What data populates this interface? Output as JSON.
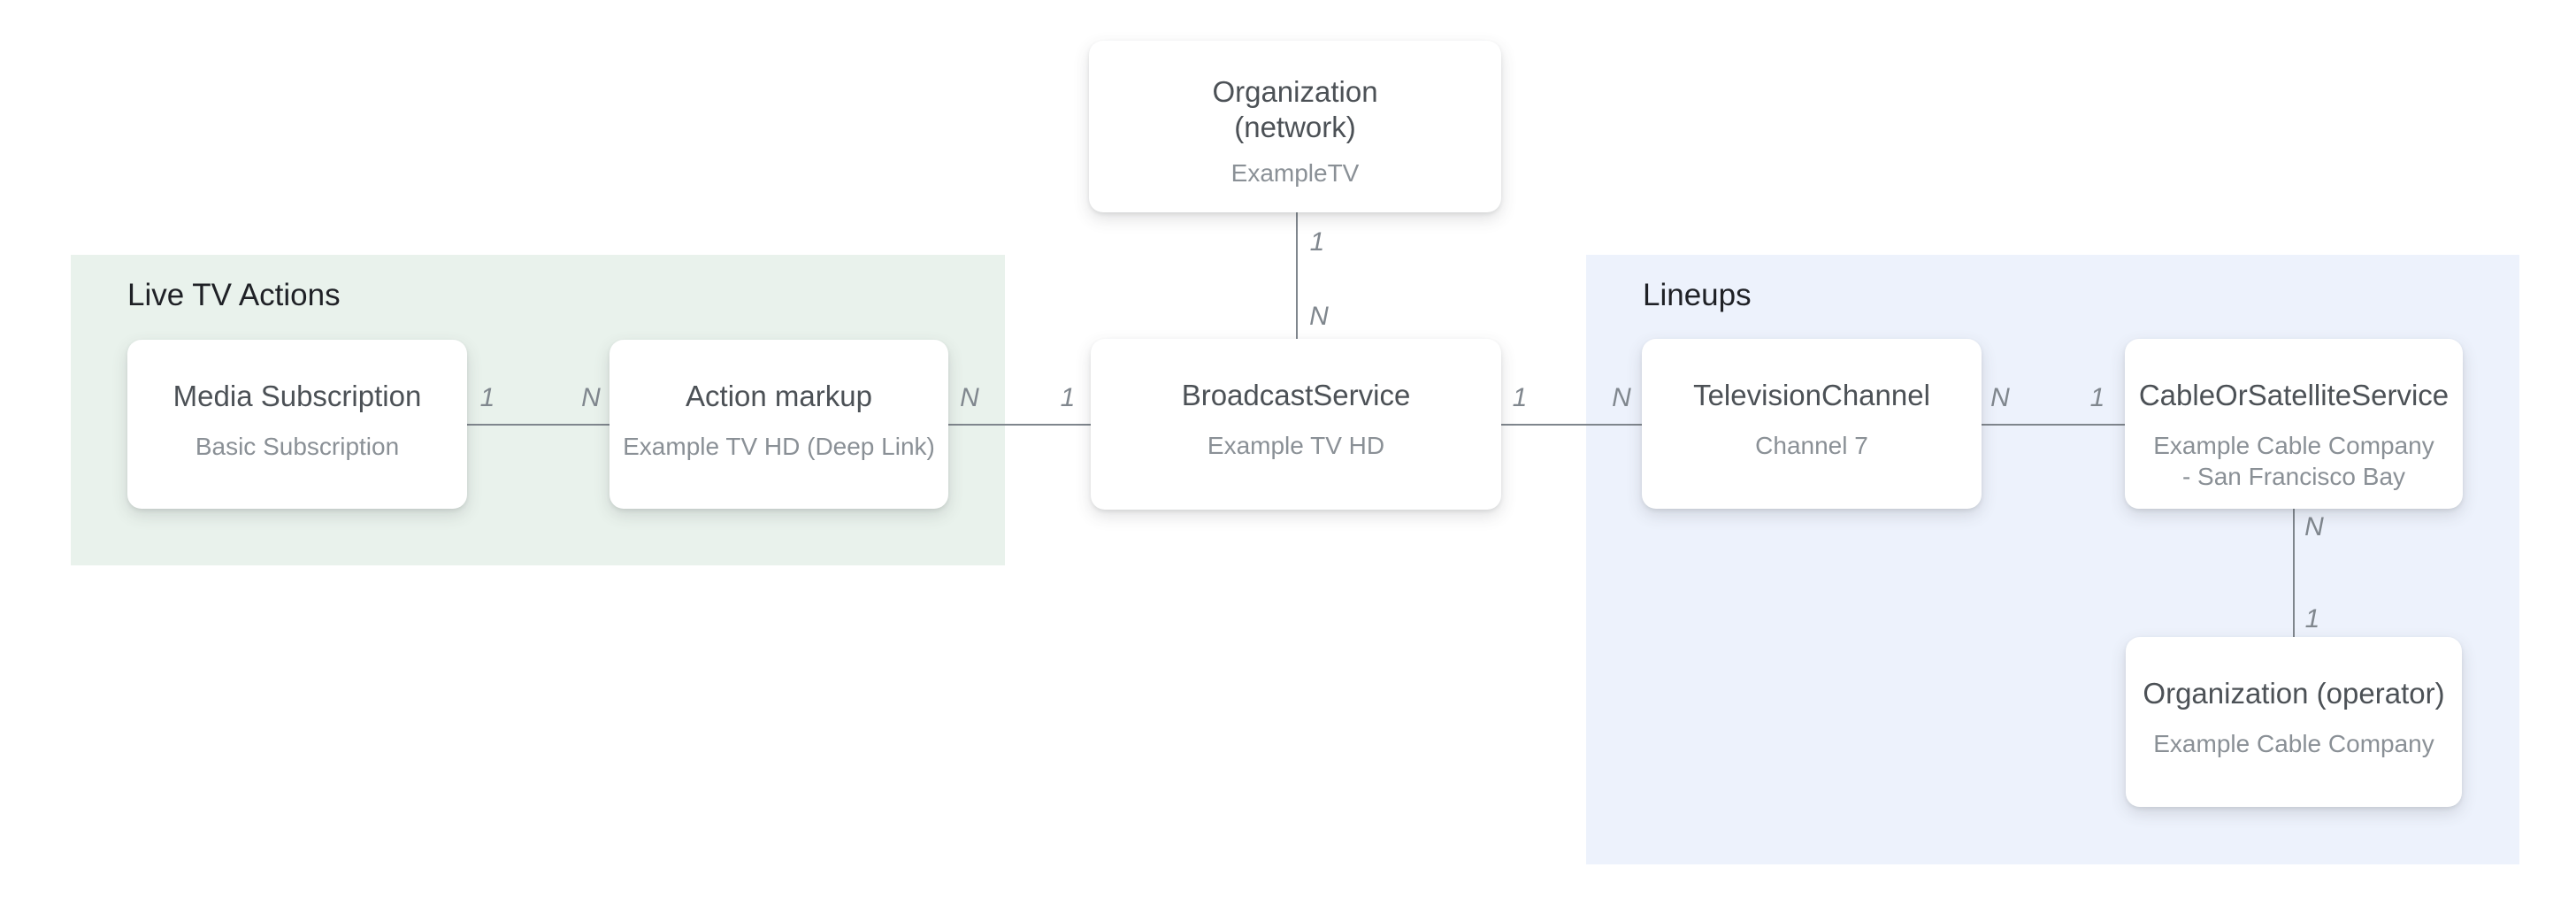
{
  "regions": {
    "live_tv_actions": {
      "label": "Live TV Actions",
      "background": "#E9F2EC"
    },
    "lineups": {
      "label": "Lineups",
      "background": "#EDF2FC"
    }
  },
  "nodes": {
    "media_subscription": {
      "title": "Media Subscription",
      "subtitle": "Basic Subscription"
    },
    "action_markup": {
      "title": "Action markup",
      "subtitle": "Example TV HD (Deep Link)"
    },
    "broadcast_service": {
      "title": "BroadcastService",
      "subtitle": "Example TV HD"
    },
    "television_channel": {
      "title": "TelevisionChannel",
      "subtitle": "Channel 7"
    },
    "cable_or_satellite_service": {
      "title": "CableOrSatelliteService",
      "subtitle": "Example Cable Company - San Francisco Bay"
    },
    "organization_operator": {
      "title": "Organization (operator)",
      "subtitle": "Example Cable Company"
    },
    "organization_network": {
      "title": "Organization (network)",
      "subtitle": "ExampleTV"
    }
  },
  "connectors": {
    "media_to_action": {
      "from": "1",
      "to": "N"
    },
    "action_to_broadcast": {
      "from": "N",
      "to": "1"
    },
    "network_to_broadcast": {
      "from": "1",
      "to": "N"
    },
    "broadcast_to_channel": {
      "from": "1",
      "to": "N"
    },
    "channel_to_cable": {
      "from": "N",
      "to": "1"
    },
    "cable_to_operator": {
      "from": "N",
      "to": "1"
    }
  },
  "colors": {
    "page_background": "#ffffff",
    "region_green": "#E9F2EC",
    "region_blue": "#EDF2FC",
    "connector_line": "#7f868d",
    "cardinality_label": "#80878e",
    "node_title": "#4c5156",
    "node_subtitle": "#8a9096",
    "section_title": "#1f2126",
    "node_background": "#ffffff"
  }
}
